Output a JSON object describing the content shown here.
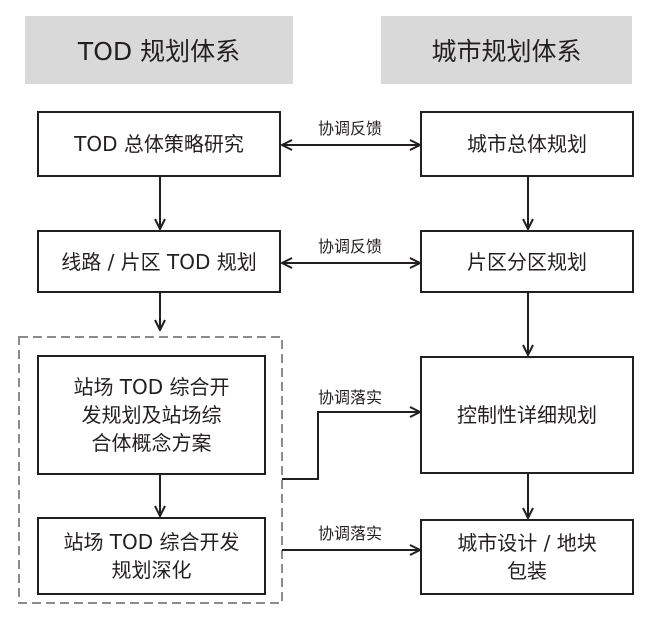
{
  "headers": {
    "left": "TOD 规划体系",
    "right": "城市规划体系"
  },
  "left_boxes": {
    "strategy": "TOD 总体策略研究",
    "line_plan": "线路 / 片区 TOD 规划",
    "station_concept": "站场 TOD 综合开\n发规划及站场综\n合体概念方案",
    "station_deepen": "站场 TOD 综合开发\n规划深化"
  },
  "right_boxes": {
    "master_plan": "城市总体规划",
    "zoning_plan": "片区分区规划",
    "regulatory_plan": "控制性详细规划",
    "urban_design": "城市设计 / 地块\n包装"
  },
  "links": {
    "feedback_1": "协调反馈",
    "feedback_2": "协调反馈",
    "implement_1": "协调落实",
    "implement_2": "协调落实"
  }
}
